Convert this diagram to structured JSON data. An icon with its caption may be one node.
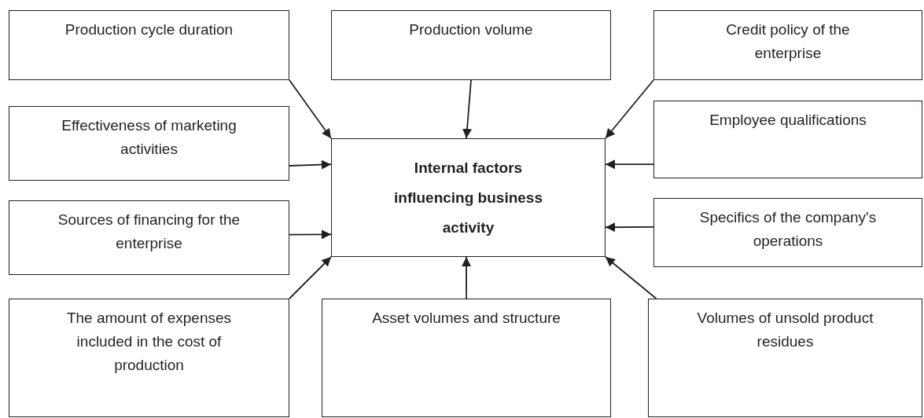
{
  "diagram": {
    "nodes": [
      {
        "text": [
          "Production cycle duration"
        ]
      },
      {
        "text": [
          "Production volume"
        ]
      },
      {
        "text": [
          "Credit policy of the enterprise"
        ]
      },
      {
        "text": [
          "Effectiveness of marketing activities"
        ]
      },
      {
        "text": [
          "Internal factors influencing business activity"
        ]
      },
      {
        "text": [
          "Employee qualifications"
        ]
      },
      {
        "text": [
          "Sources of financing for the enterprise"
        ]
      },
      {
        "text": [
          "Specifics of the company's operations"
        ]
      },
      {
        "text": [
          "The amount of expenses included in the cost of production"
        ]
      },
      {
        "text": [
          "Asset volumes and structure"
        ]
      },
      {
        "text": [
          "Volumes of unsold product residues"
        ]
      }
    ],
    "edges": [
      {
        "from": 0,
        "to": 4,
        "arrow": "to"
      },
      {
        "from": 1,
        "to": 4,
        "arrow": "to"
      },
      {
        "from": 2,
        "to": 4,
        "arrow": "to"
      },
      {
        "from": 3,
        "to": 4,
        "arrow": "to"
      },
      {
        "from": 5,
        "to": 4,
        "arrow": "to"
      },
      {
        "from": 6,
        "to": 4,
        "arrow": "to"
      },
      {
        "from": 7,
        "to": 4,
        "arrow": "to"
      },
      {
        "from": 8,
        "to": 4,
        "arrow": "to"
      },
      {
        "from": 9,
        "to": 4,
        "arrow": "to"
      },
      {
        "from": 10,
        "to": 4,
        "arrow": "to"
      }
    ]
  }
}
